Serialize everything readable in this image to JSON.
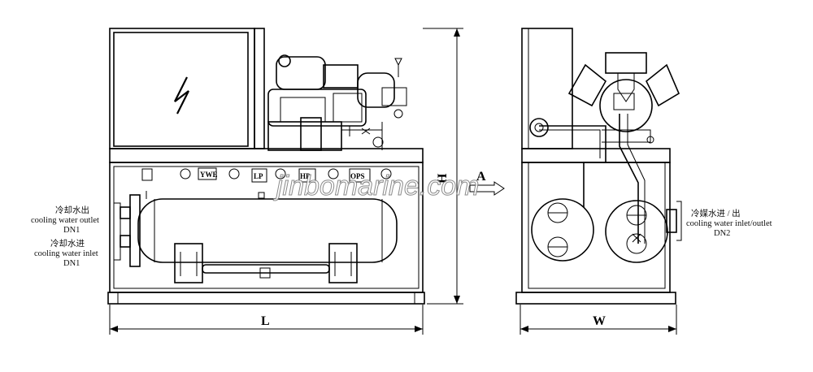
{
  "labels": {
    "left_outlet_cn": "冷却水出",
    "left_outlet_en": "cooling water outlet",
    "left_outlet_dn": "DN1",
    "left_inlet_cn": "冷却水进",
    "left_inlet_en": "cooling water inlet",
    "left_inlet_dn": "DN1",
    "right_io_cn": "冷媒水进 / 出",
    "right_io_en": "cooling water inlet/outlet",
    "right_io_dn": "DN2"
  },
  "dimensions": {
    "length": "L",
    "height": "H",
    "width": "W",
    "view_arrow": "A"
  },
  "gauges": {
    "g1": "YWE",
    "g2": "LP",
    "g3": "HP",
    "g4": "OPS"
  },
  "watermark": "jinbomarine.com"
}
